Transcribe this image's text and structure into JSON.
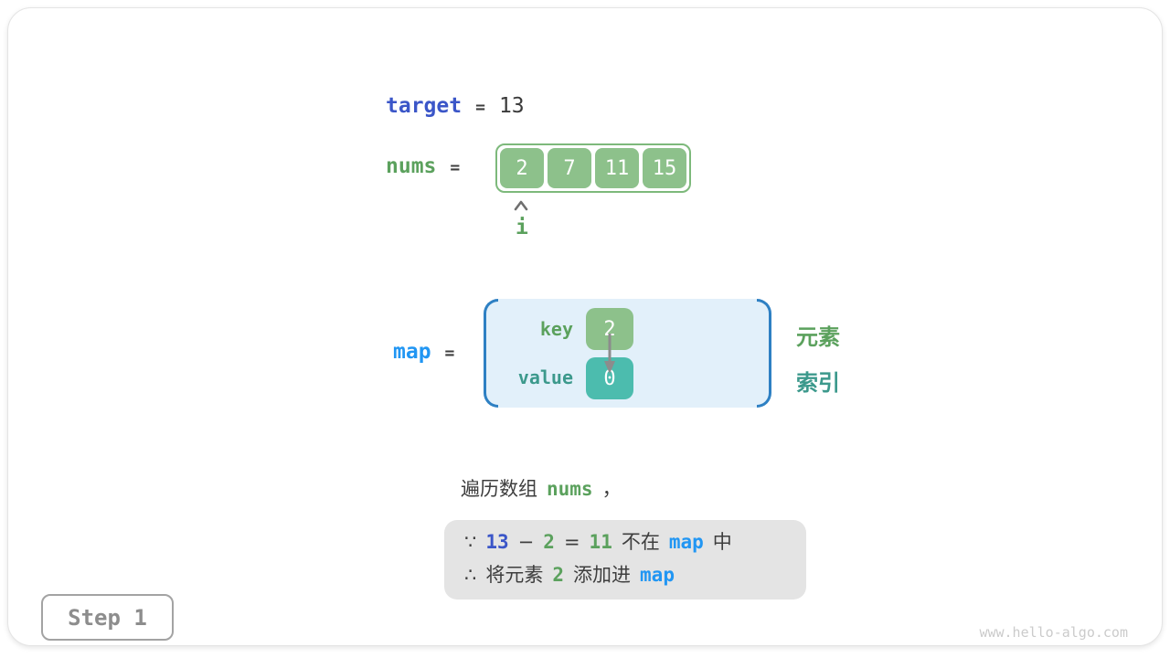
{
  "colors": {
    "royal_blue": "#3b56c8",
    "sky_blue": "#2196f3",
    "green_text": "#5ba15d",
    "green_fill": "#8dc18b",
    "array_border_green": "#7db97b",
    "teal_text": "#3c998c",
    "teal_fill": "#4cbcae",
    "bracket_blue": "#2e80c3",
    "map_box_fill": "#e2f0fa",
    "note_box_fill": "#e4e4e4",
    "dark_text": "#3e3e3e",
    "step_gray": "#8d8d8d",
    "watermark_gray": "#cbcbcb"
  },
  "icons": {
    "index_pointer": "caret-up-icon",
    "map_entry_arrow": "arrow-down-icon"
  },
  "target": {
    "keyword": "target",
    "equals": "=",
    "value": "13"
  },
  "nums": {
    "keyword": "nums",
    "equals": "=",
    "cells": [
      "2",
      "7",
      "11",
      "15"
    ],
    "index_label": "i"
  },
  "map": {
    "keyword": "map",
    "equals": "=",
    "key_label": "key",
    "value_label": "value",
    "entry": {
      "key": "2",
      "value": "0"
    },
    "side_labels": {
      "element": "元素",
      "index": "索引"
    }
  },
  "caption": {
    "tokens": [
      {
        "t": "遍历数组",
        "c": "dark"
      },
      {
        "t": "nums",
        "c": "green"
      },
      {
        "t": "，",
        "c": "dark"
      }
    ]
  },
  "note": {
    "lines": [
      {
        "tokens": [
          {
            "t": "∵",
            "c": "dark"
          },
          {
            "t": "13",
            "c": "royal"
          },
          {
            "t": "−",
            "c": "dark"
          },
          {
            "t": "2",
            "c": "green"
          },
          {
            "t": "=",
            "c": "dark"
          },
          {
            "t": "11",
            "c": "green"
          },
          {
            "t": "不在",
            "c": "dark"
          },
          {
            "t": "map",
            "c": "sky"
          },
          {
            "t": "中",
            "c": "dark"
          }
        ]
      },
      {
        "tokens": [
          {
            "t": "∴",
            "c": "dark"
          },
          {
            "t": "将元素",
            "c": "dark"
          },
          {
            "t": "2",
            "c": "green"
          },
          {
            "t": "添加进",
            "c": "dark"
          },
          {
            "t": "map",
            "c": "sky"
          }
        ]
      }
    ]
  },
  "step": {
    "label": "Step 1"
  },
  "watermark": "www.hello-algo.com"
}
